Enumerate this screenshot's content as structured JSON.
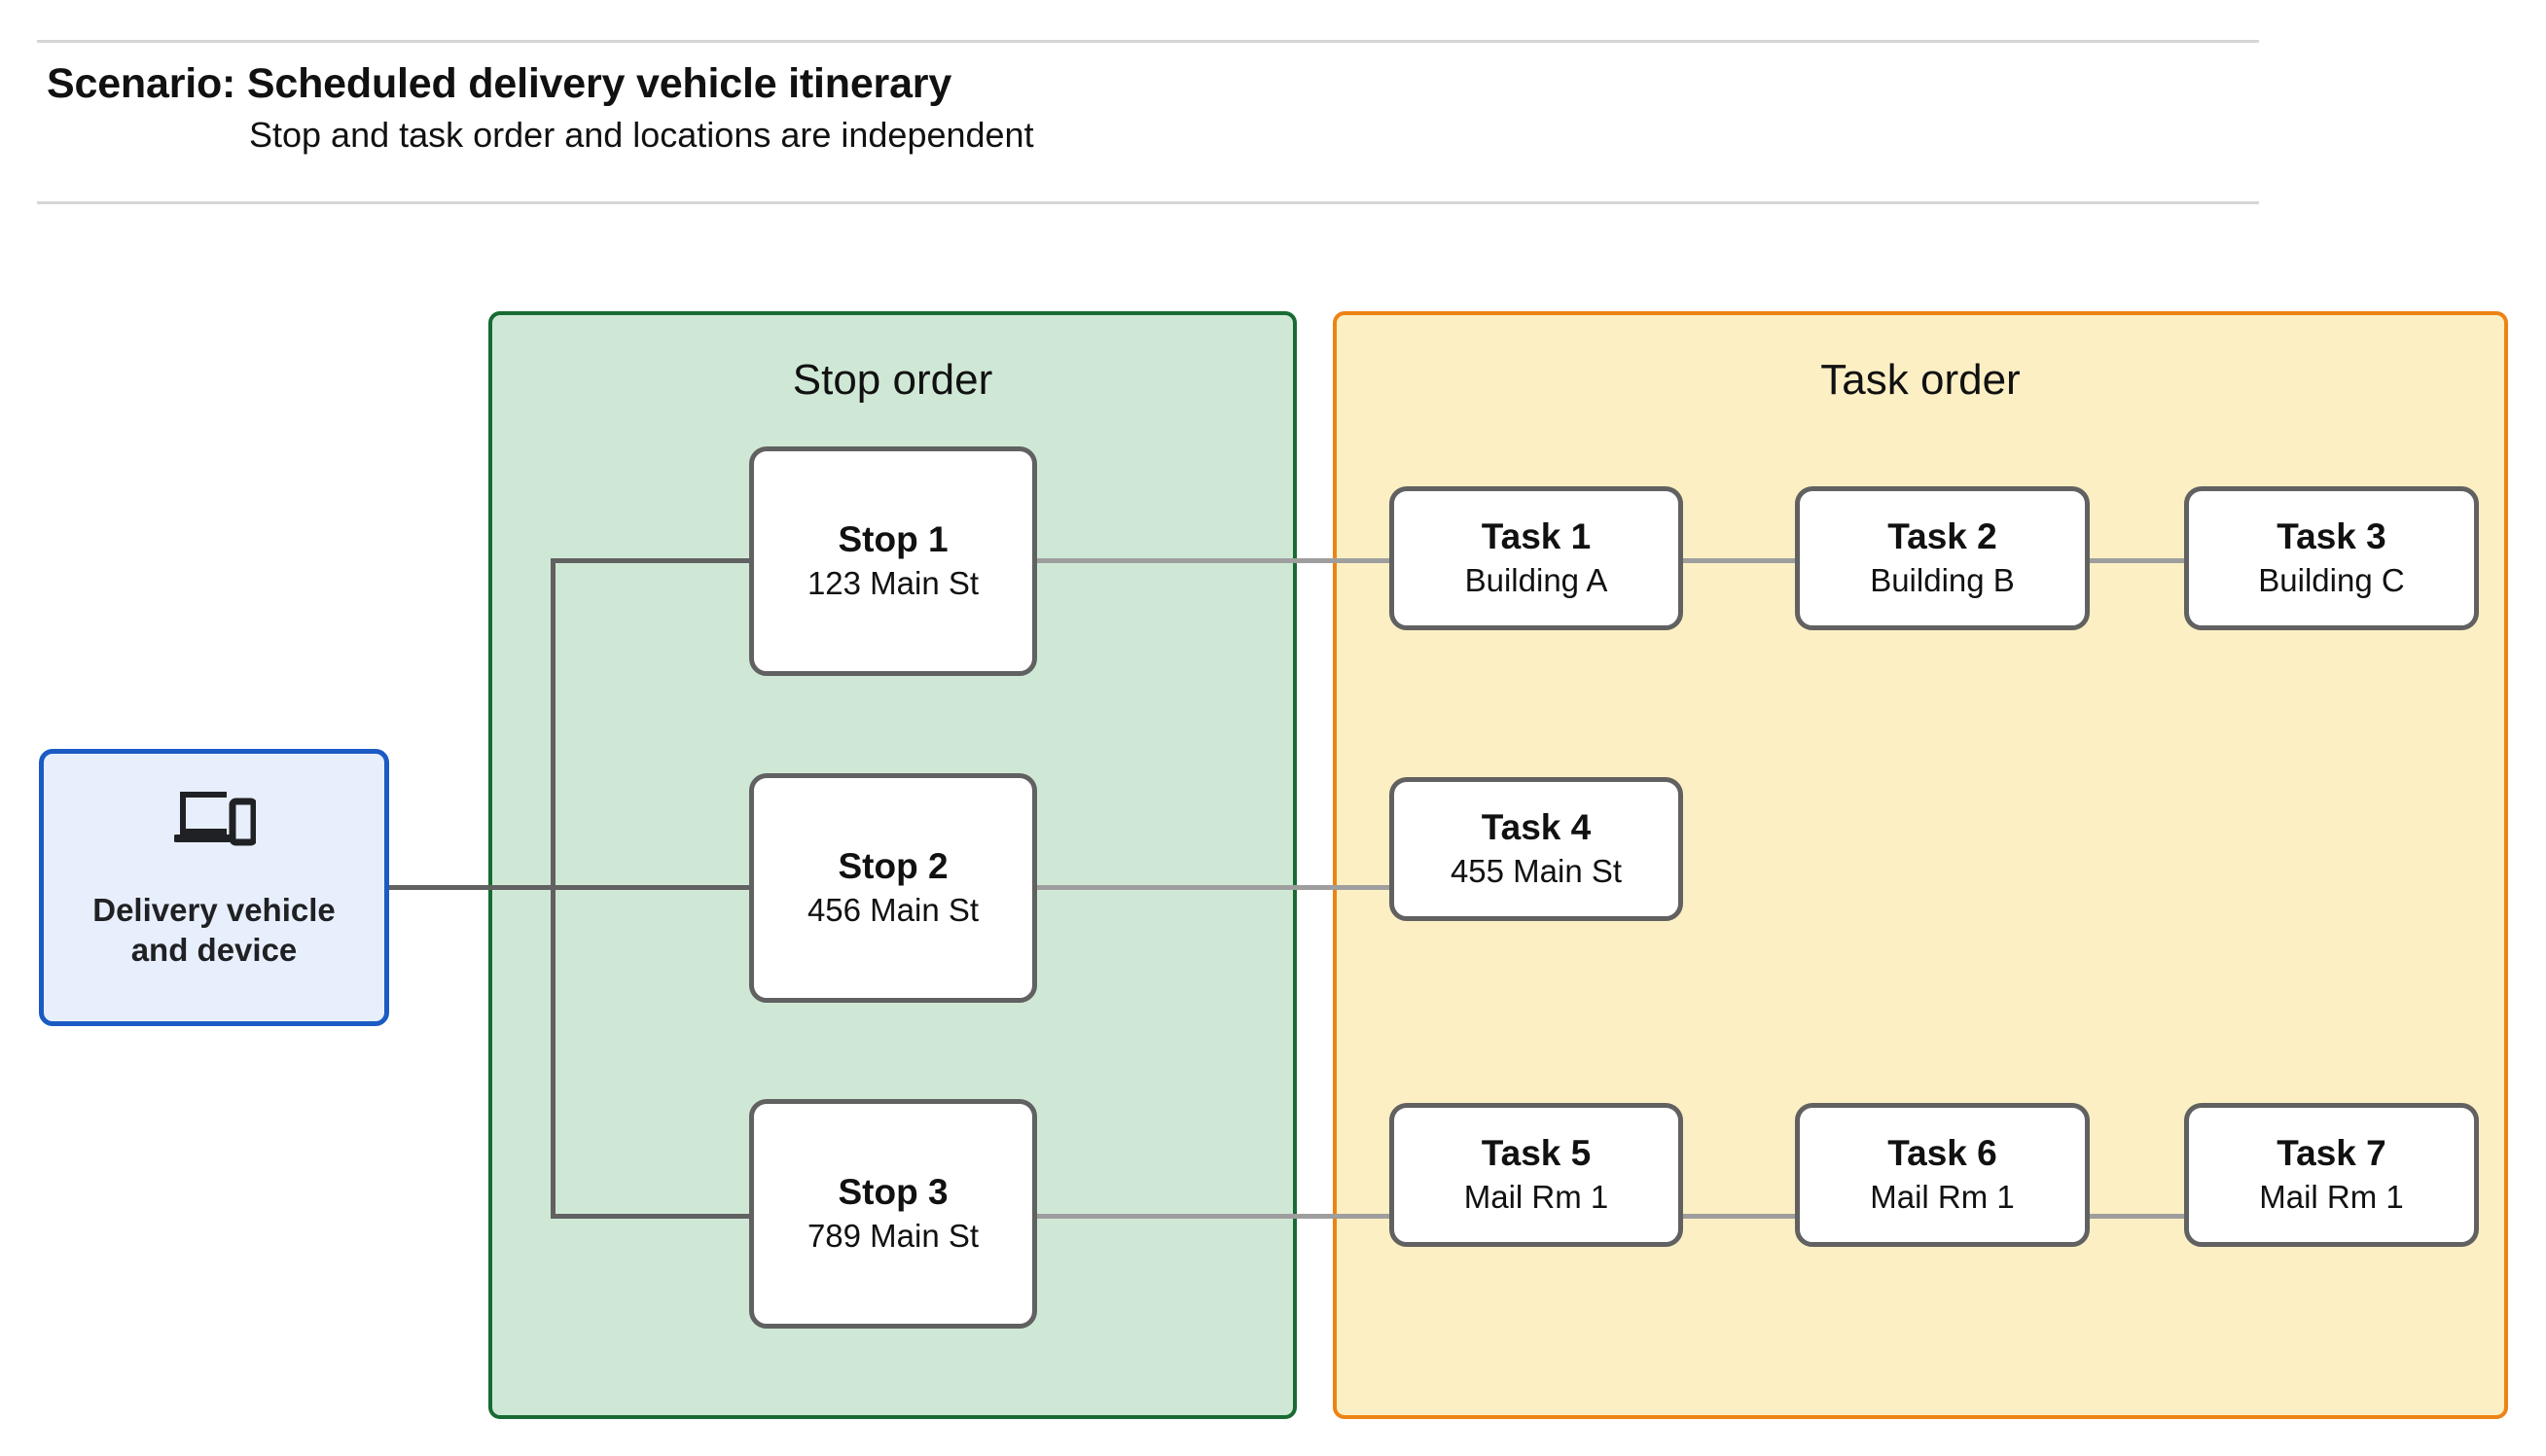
{
  "header": {
    "title": "Scenario: Scheduled delivery vehicle itinerary",
    "subtitle": "Stop and task order and locations are independent"
  },
  "device": {
    "icon": "laptop-and-phone-icon",
    "label": "Delivery vehicle\nand device"
  },
  "groups": {
    "stop_order": {
      "title": "Stop order",
      "fill": "#cfe8d6",
      "border": "#186b33"
    },
    "task_order": {
      "title": "Task order",
      "fill": "#fcefc3",
      "border": "#ec8315"
    }
  },
  "stops": [
    {
      "name": "Stop 1",
      "location": "123 Main St"
    },
    {
      "name": "Stop 2",
      "location": "456 Main St"
    },
    {
      "name": "Stop 3",
      "location": "789 Main St"
    }
  ],
  "task_rows": [
    [
      {
        "name": "Task 1",
        "location": "Building A"
      },
      {
        "name": "Task 2",
        "location": "Building B"
      },
      {
        "name": "Task 3",
        "location": "Building C"
      }
    ],
    [
      {
        "name": "Task 4",
        "location": "455 Main St"
      }
    ],
    [
      {
        "name": "Task 5",
        "location": "Mail Rm 1"
      },
      {
        "name": "Task 6",
        "location": "Mail Rm 1"
      },
      {
        "name": "Task 7",
        "location": "Mail Rm 1"
      }
    ]
  ],
  "colors": {
    "device_fill": "#e8effc",
    "device_border": "#1a5bc4",
    "node_border": "#616161",
    "connector": "#616161",
    "rule": "#d6d6d6"
  }
}
